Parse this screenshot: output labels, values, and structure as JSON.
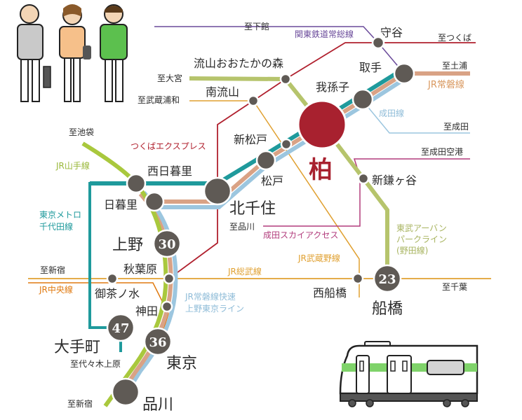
{
  "colors": {
    "tx": "#b0202e",
    "kanto": "#6a4a9a",
    "joban": "#d9a285",
    "narita": "#9cc6df",
    "chiyoda": "#1f9a9c",
    "yamanote": "#a9c83d",
    "tobu": "#b6c46c",
    "musashino": "#e0a030",
    "sobu": "#e0a030",
    "chuo": "#e07a10",
    "skyaccess": "#b23c7c",
    "kashiwa": "#a8212f"
  },
  "stations": {
    "kashiwa": "柏",
    "moriya": "守谷",
    "toride": "取手",
    "abiko": "我孫子",
    "nagareyama_otakanomori": "流山おおたかの森",
    "minami_nagareyama": "南流山",
    "shin_matsudo": "新松戸",
    "matsudo": "松戸",
    "kita_senju": "北千住",
    "nishi_nippori": "西日暮里",
    "nippori": "日暮里",
    "ueno": "上野",
    "akihabara": "秋葉原",
    "ochanomizu": "御茶ノ水",
    "kanda": "神田",
    "otemachi": "大手町",
    "tokyo": "東京",
    "shinagawa": "品川",
    "shin_kamagaya": "新鎌ヶ谷",
    "nishi_funabashi": "西船橋",
    "funabashi": "船橋"
  },
  "minutes": {
    "ueno": "30",
    "otemachi": "47",
    "tokyo": "36",
    "funabashi": "23"
  },
  "destinations": {
    "shimodate": "至下館",
    "tsukuba": "至つくば",
    "tsuchiura": "至土浦",
    "omiya": "至大宮",
    "musashi_urawa": "至武蔵浦和",
    "narita": "至成田",
    "narita_airport": "至成田空港",
    "ikebukuro": "至池袋",
    "shinagawa": "至品川",
    "shinjuku1": "至新宿",
    "yoyogi_uehara": "至代々木上原",
    "chiba": "至千葉",
    "shinjuku2": "至新宿"
  },
  "lines": {
    "kanto": "関東鉄道常総線",
    "joban": "JR常磐線",
    "narita": "成田線",
    "tx": "つくばエクスプレス",
    "yamanote": "JR山手線",
    "chiyoda1": "東京メトロ",
    "chiyoda2": "千代田線",
    "skyaccess": "成田スカイアクセス",
    "musashino": "JR武蔵野線",
    "sobu": "JR総武線",
    "chuo": "JR中央線",
    "tobu1": "東武アーバン",
    "tobu2": "パークライン",
    "tobu3": "(野田線)",
    "ueno_tokyo1": "JR常磐線快速",
    "ueno_tokyo2": "上野東京ライン"
  }
}
